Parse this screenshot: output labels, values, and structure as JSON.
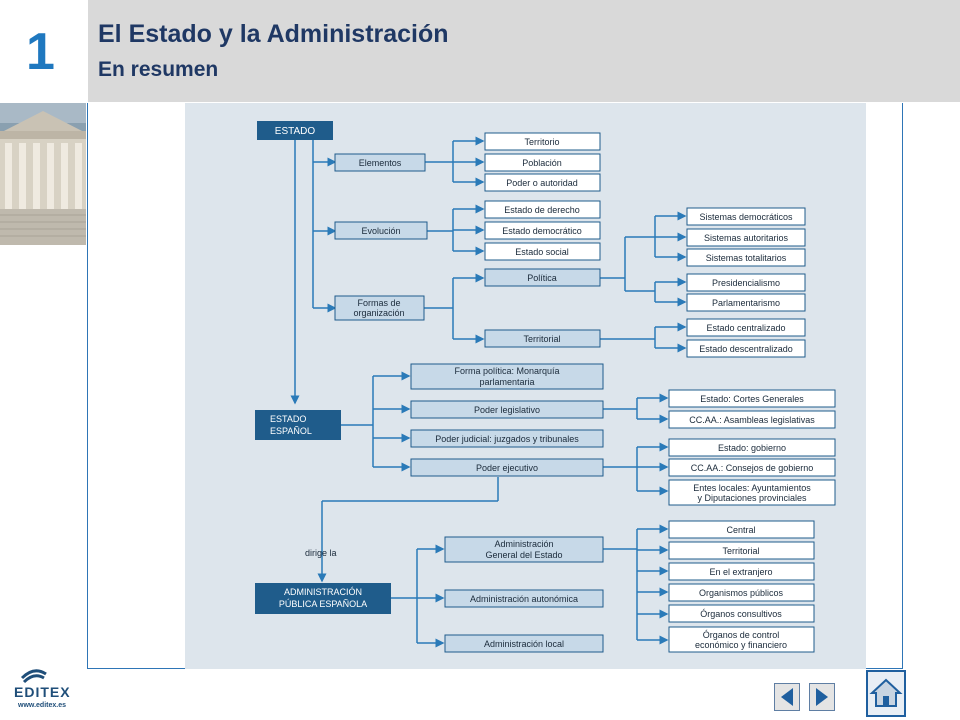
{
  "header": {
    "chapter_number": "1",
    "title": "El Estado y la Administración",
    "subtitle": "En resumen"
  },
  "colors": {
    "accent": "#1f78bf",
    "title": "#1f3864",
    "header_bg": "#d9d9d9",
    "diagram_bg": "#dde5ec",
    "node_dark": "#1f5c8b",
    "node_light": "#c7d9e8",
    "connector": "#2a7ab8"
  },
  "diagram": {
    "estado": "ESTADO",
    "elementos": "Elementos",
    "territorio": "Territorio",
    "poblacion": "Población",
    "poder_autoridad": "Poder o autoridad",
    "evolucion": "Evolución",
    "estado_derecho": "Estado de derecho",
    "estado_democratico": "Estado democrático",
    "estado_social": "Estado social",
    "formas_1": "Formas de",
    "formas_2": "organización",
    "politica": "Política",
    "territorial": "Territorial",
    "sist_democraticos": "Sistemas democráticos",
    "sist_autoritarios": "Sistemas autoritarios",
    "sist_totalitarios": "Sistemas totalitarios",
    "presidencialismo": "Presidencialismo",
    "parlamentarismo": "Parlamentarismo",
    "estado_centralizado": "Estado centralizado",
    "estado_descentralizado": "Estado descentralizado",
    "estado_espanol_1": "ESTADO",
    "estado_espanol_2": "ESPAÑOL",
    "forma_politica_1": "Forma política: Monarquía",
    "forma_politica_2": "parlamentaria",
    "poder_legislativo": "Poder legislativo",
    "poder_judicial": "Poder judicial: juzgados y tribunales",
    "poder_ejecutivo": "Poder ejecutivo",
    "cortes_generales": "Estado: Cortes Generales",
    "asambleas": "CC.AA.: Asambleas legislativas",
    "estado_gobierno": "Estado: gobierno",
    "consejos_gobierno": "CC.AA.: Consejos de gobierno",
    "entes_locales_1": "Entes locales: Ayuntamientos",
    "entes_locales_2": "y Diputaciones provinciales",
    "dirige_la": "dirige la",
    "adm_publica_1": "ADMINISTRACIÓN",
    "adm_publica_2": "PÚBLICA ESPAÑOLA",
    "age_1": "Administración",
    "age_2": "General del Estado",
    "adm_autonomica": "Administración autonómica",
    "adm_local": "Administración local",
    "central": "Central",
    "territorial_age": "Territorial",
    "extranjero": "En el extranjero",
    "organismos": "Organismos públicos",
    "organos_consultivos": "Órganos consultivos",
    "organos_control_1": "Órganos de control",
    "organos_control_2": "económico y financiero"
  },
  "footer": {
    "logo_text": "EDITEX",
    "logo_url": "www.editex.es"
  }
}
